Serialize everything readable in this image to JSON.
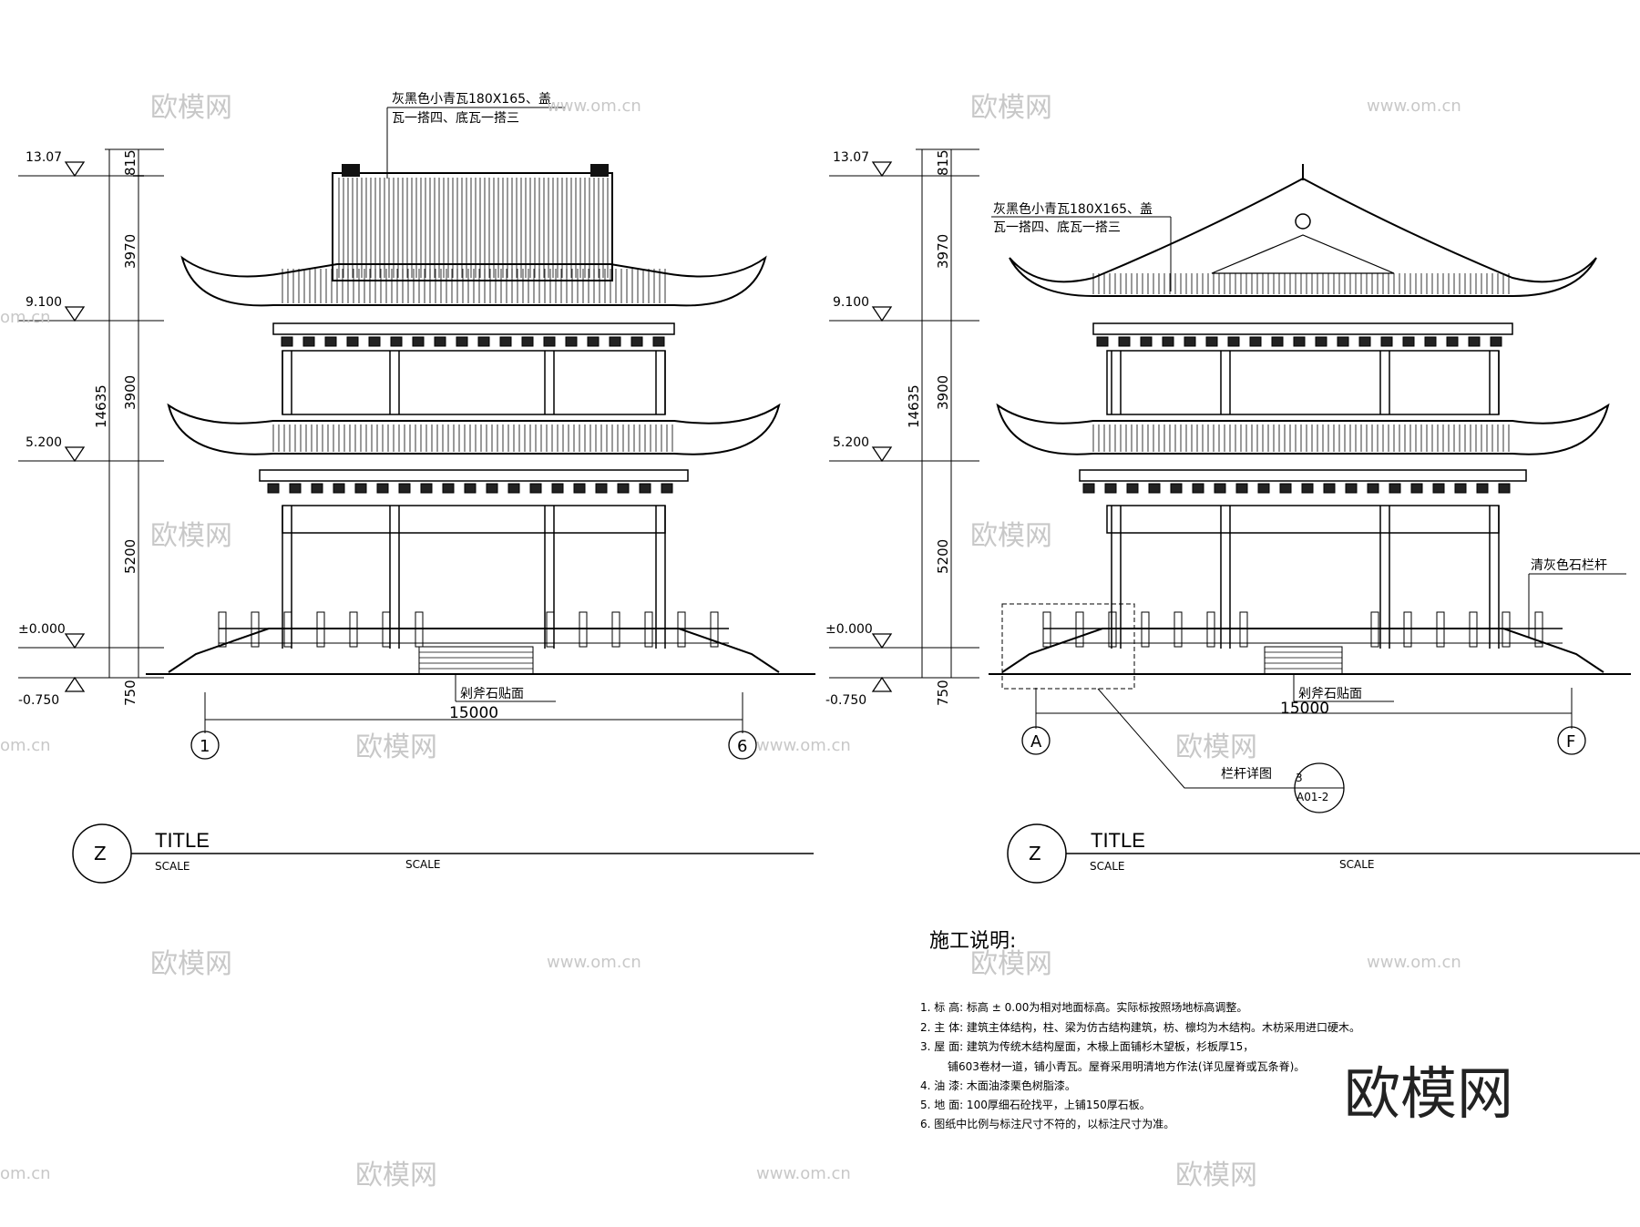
{
  "left_drawing": {
    "roof_note_line1": "灰黑色小青瓦180X165、盖",
    "roof_note_line2": "瓦一搭四、底瓦一搭三",
    "levels": [
      "13.07",
      "9.100",
      "5.200",
      "±0.000",
      "-0.750"
    ],
    "dims": [
      "815",
      "3970",
      "3900",
      "5200",
      "750"
    ],
    "total_height": "14635",
    "width": "15000",
    "base_note": "剁斧石贴面",
    "axis_left": "1",
    "axis_right": "6",
    "title_symbol": "Z",
    "title": "TITLE",
    "scale_1": "SCALE",
    "scale_2": "SCALE"
  },
  "right_drawing": {
    "roof_note_line1": "灰黑色小青瓦180X165、盖",
    "roof_note_line2": "瓦一搭四、底瓦一搭三",
    "levels": [
      "13.07",
      "9.100",
      "5.200",
      "±0.000",
      "-0.750"
    ],
    "dims": [
      "815",
      "3970",
      "3900",
      "5200",
      "750"
    ],
    "total_height": "14635",
    "width": "15000",
    "base_note": "剁斧石贴面",
    "railing_note": "清灰色石栏杆",
    "detail_label": "栏杆详图",
    "detail_num": "3",
    "detail_sheet": "A01-2",
    "axis_left": "A",
    "axis_right": "F",
    "title_symbol": "Z",
    "title": "TITLE",
    "scale_1": "SCALE",
    "scale_2": "SCALE"
  },
  "notes": {
    "heading": "施工说明:",
    "items": [
      "1. 标  高: 标高 ± 0.00为相对地面标高。实际标按照场地标高调整。",
      "2. 主  体: 建筑主体结构，柱、梁为仿古结构建筑，枋、檩均为木结构。木枋采用进口硬木。",
      "3. 屋  面: 建筑为传统木结构屋面，木椽上面铺杉木望板，杉板厚15，",
      "铺603卷材一道，铺小青瓦。屋脊采用明清地方作法(详见屋脊或瓦条脊)。",
      "4. 油  漆: 木面油漆栗色树脂漆。",
      "5. 地  面: 100厚细石砼找平，上铺150厚石板。",
      "6. 图纸中比例与标注尺寸不符的，以标注尺寸为准。"
    ]
  },
  "watermarks": {
    "brand": "欧模网",
    "site": "www.om.cn",
    "site_fragment": "om.cn"
  }
}
